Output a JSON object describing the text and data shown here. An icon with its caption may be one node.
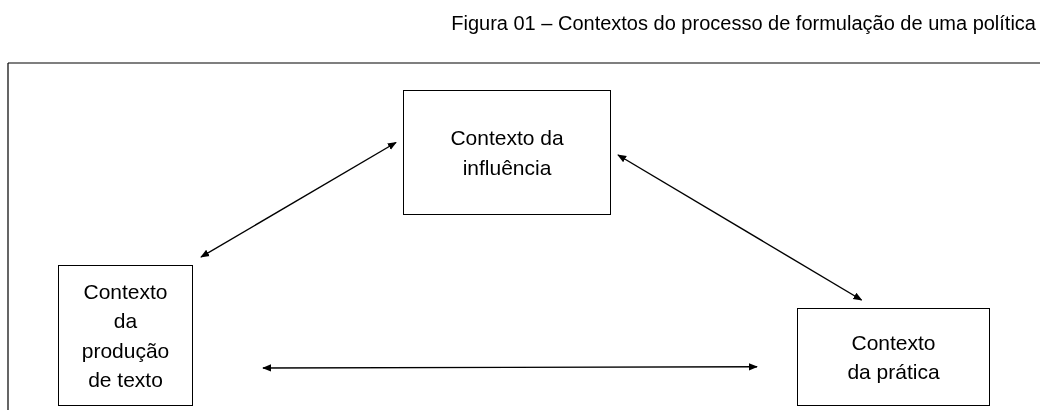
{
  "diagram": {
    "title": "Figura 01 – Contextos do processo de formulação de uma política",
    "nodes": [
      {
        "text": [
          "Contexto da influência"
        ]
      },
      {
        "text": [
          "Contexto da produção de texto"
        ]
      },
      {
        "text": [
          "Contexto da prática"
        ]
      }
    ],
    "edges": [
      {
        "from": 1,
        "to": 0,
        "arrow": "both"
      },
      {
        "from": 0,
        "to": 2,
        "arrow": "both"
      },
      {
        "from": 1,
        "to": 2,
        "arrow": "both"
      }
    ]
  }
}
